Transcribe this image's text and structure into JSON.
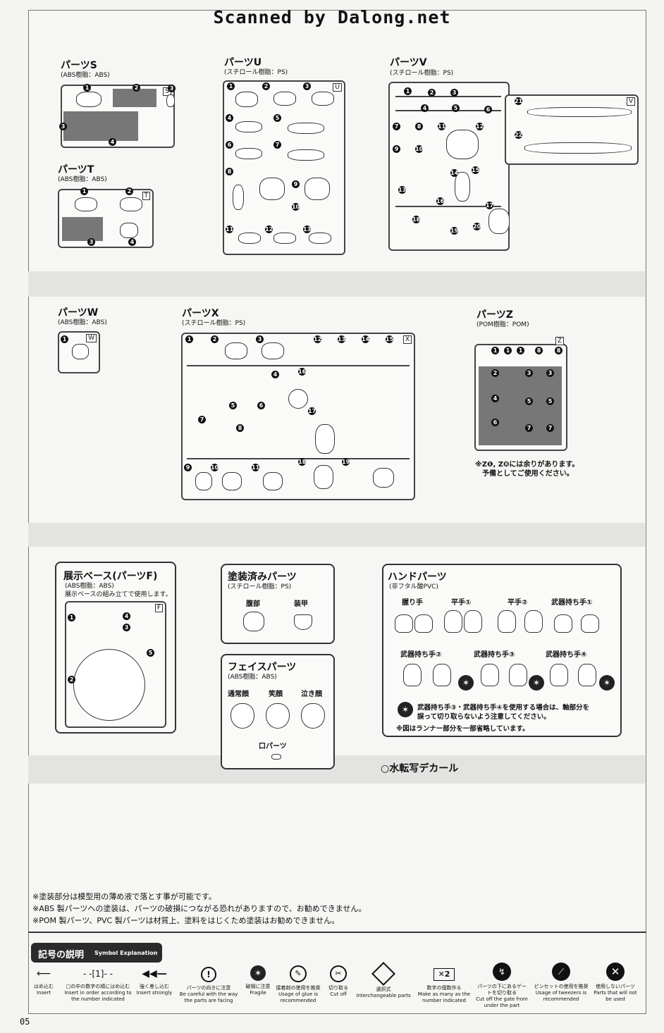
{
  "header": {
    "watermark": "Scanned by Dalong.net"
  },
  "parts": {
    "S": {
      "title": "パーツS",
      "material": "(ABS樹脂：ABS)",
      "label": "S"
    },
    "T": {
      "title": "パーツT",
      "material": "(ABS樹脂：ABS)",
      "label": "T"
    },
    "U": {
      "title": "パーツU",
      "material": "(スチロール樹脂：PS)",
      "label": "U"
    },
    "V": {
      "title": "パーツV",
      "material": "(スチロール樹脂：PS)",
      "label": "V"
    },
    "W": {
      "title": "パーツW",
      "material": "(ABS樹脂：ABS)",
      "label": "W"
    },
    "X": {
      "title": "パーツX",
      "material": "(スチロール樹脂：PS)",
      "label": "X"
    },
    "Z": {
      "title": "パーツZ",
      "material": "(POM樹脂：POM)",
      "label": "Z",
      "note1": "※Z❶, Z❽には余りがあります。",
      "note2": "予備としてご使用ください。"
    }
  },
  "display_base": {
    "title": "展示ベース(パーツF)",
    "material": "(ABS樹脂：ABS)",
    "note": "展示ベースの組み立てで使用します。",
    "label": "F"
  },
  "painted": {
    "title": "塗装済みパーツ",
    "material": "(スチロール樹脂：PS)",
    "items": [
      "腹部",
      "装甲"
    ]
  },
  "face_parts": {
    "title": "フェイスパーツ",
    "material": "(ABS樹脂：ABS)",
    "items": [
      "通常顔",
      "笑顔",
      "泣き顔"
    ],
    "mouth": "口パーツ"
  },
  "hand_parts": {
    "title": "ハンドパーツ",
    "material": "(非フタル酸PVC)",
    "row1": [
      "握り手",
      "平手①",
      "平手②",
      "武器持ち手①"
    ],
    "row2": [
      "武器持ち手②",
      "武器持ち手③",
      "武器持ち手④"
    ],
    "note1": "武器持ち手③・武器持ち手④を使用する場合は、軸部分を",
    "note2": "誤って切り取らないよう注意してください。",
    "note3": "※図はランナー部分を一部省略しています。"
  },
  "decal": {
    "label": "○水転写デカール"
  },
  "notes": [
    "※塗装部分は模型用の薄め液で落とす事が可能です。",
    "※ABS 製パーツへの塗装は、パーツの破損につながる恐れがありますので、お勧めできません。",
    "※POM 製パーツ、PVC 製パーツは材質上、塗料をはじくため塗装はお勧めできません。"
  ],
  "legend": {
    "title": "記号の説明",
    "subtitle": "Symbol Explanation",
    "symbols": [
      {
        "jp": "はめ込む",
        "en": "Insert",
        "icon": "arrow-left-icon"
      },
      {
        "jp": "□の中の数字の順にはめ込む",
        "en": "Insert in order according to the number indicated",
        "icon": "numbered-insert-icon"
      },
      {
        "jp": "強く差し込む",
        "en": "Insert strongly",
        "icon": "double-arrow-icon"
      },
      {
        "jp": "パーツの向きに注意",
        "en": "Be careful with the way the parts are facing",
        "icon": "exclamation-icon"
      },
      {
        "jp": "破損に注意",
        "en": "Fragile",
        "icon": "fragile-icon"
      },
      {
        "jp": "接着剤の使用を推奨",
        "en": "Usage of glue is recommended",
        "icon": "glue-icon"
      },
      {
        "jp": "切り取る",
        "en": "Cut off",
        "icon": "cut-icon"
      },
      {
        "jp": "選択式",
        "en": "Interchangeable parts",
        "icon": "interchange-icon"
      },
      {
        "jp": "数字の個数作る",
        "en": "Make as many as the number indicated",
        "icon": "times-two-icon"
      },
      {
        "jp": "パーツの下にあるゲートを切り取る",
        "en": "Cut off the gate from under the part",
        "icon": "gate-cut-icon"
      },
      {
        "jp": "ピンセットの使用を推奨",
        "en": "Usage of tweezers is recommended",
        "icon": "tweezers-icon"
      },
      {
        "jp": "使用しないパーツ",
        "en": "Parts that will not be used",
        "icon": "unused-icon"
      }
    ]
  },
  "page_number": "05"
}
